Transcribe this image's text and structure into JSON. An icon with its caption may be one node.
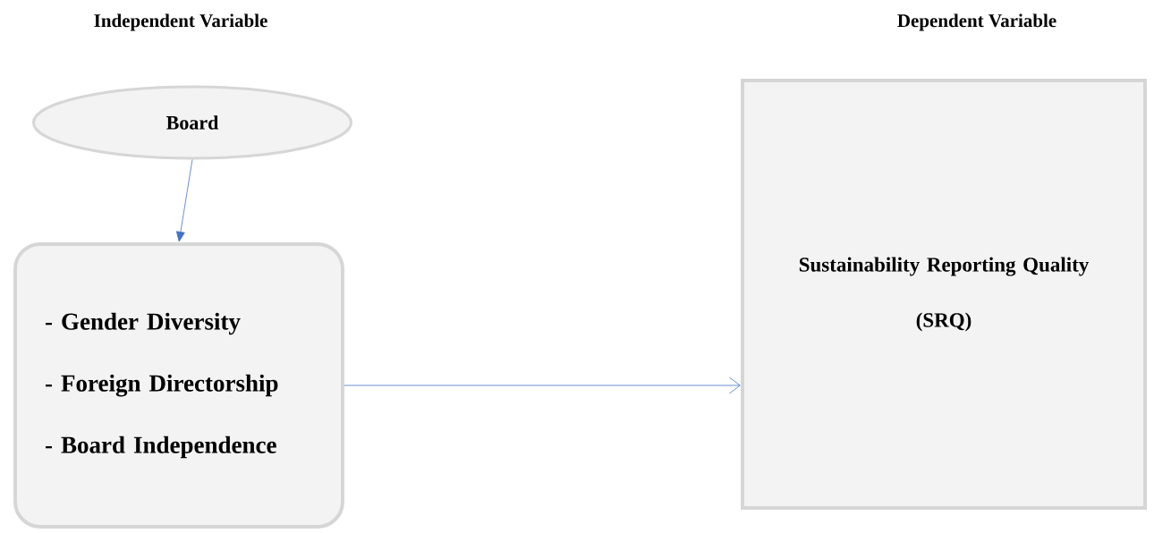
{
  "diagram": {
    "nodes": [
      {
        "text": [
          "Board"
        ]
      },
      {
        "text": [
          "- Gender Diversity",
          "- Foreign Directorship",
          "- Board Independence"
        ]
      },
      {
        "text": [
          "Sustainability Reporting Quality",
          "(SRQ)"
        ]
      }
    ],
    "edges": [
      {
        "from": 0,
        "to": 1,
        "arrow": "to"
      },
      {
        "from": 1,
        "to": 2,
        "arrow": "to"
      }
    ],
    "labels": [
      "Independent Variable",
      "Dependent Variable"
    ]
  }
}
